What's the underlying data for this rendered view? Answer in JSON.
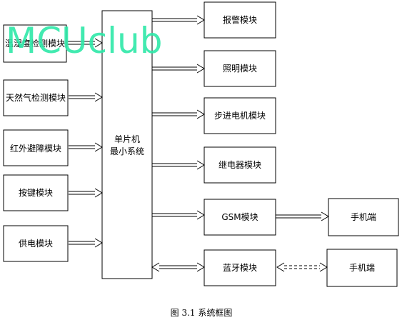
{
  "inputs": [
    {
      "label": "温湿度检测模块"
    },
    {
      "label": "天然气检测模块"
    },
    {
      "label": "红外避障模块"
    },
    {
      "label": "按键模块"
    },
    {
      "label": "供电模块"
    }
  ],
  "center": {
    "line1": "单片机",
    "line2": "最小系统"
  },
  "outputs": [
    {
      "label": "报警模块"
    },
    {
      "label": "照明模块"
    },
    {
      "label": "步进电机模块"
    },
    {
      "label": "继电器模块"
    },
    {
      "label": "GSM模块"
    },
    {
      "label": "蓝牙模块"
    }
  ],
  "terminals": [
    {
      "label": "手机端"
    },
    {
      "label": "手机端"
    }
  ],
  "caption": "图 3.1  系统框图",
  "watermark": "MCUclub",
  "colors": {
    "line": "#000000",
    "watermark": "#2ee8a8"
  }
}
